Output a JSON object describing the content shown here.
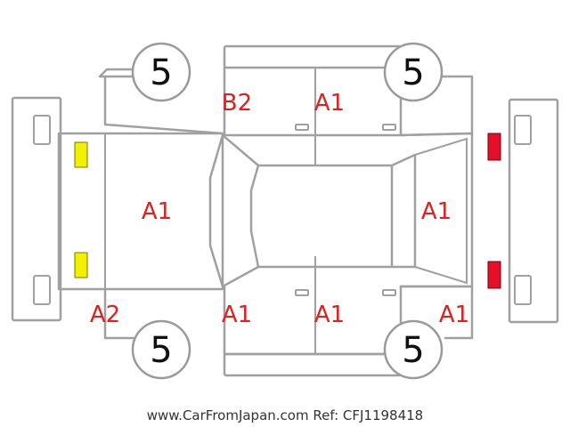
{
  "tire_labels": {
    "front_left": "5",
    "front_right": "5",
    "rear_left": "5",
    "rear_right": "5"
  },
  "damage_codes": {
    "left_front_door": "B2",
    "left_rear_door": "A1",
    "hood": "A1",
    "rear_panel": "A1",
    "front_bumper_corner": "A2",
    "right_front_door": "A1",
    "right_rear_door": "A1",
    "right_rear_fender": "A1"
  },
  "markers": {
    "front_color": "#f0f000",
    "rear_color": "#e4102a"
  },
  "footer": "www.CarFromJapan.com Ref: CFJ1198418"
}
